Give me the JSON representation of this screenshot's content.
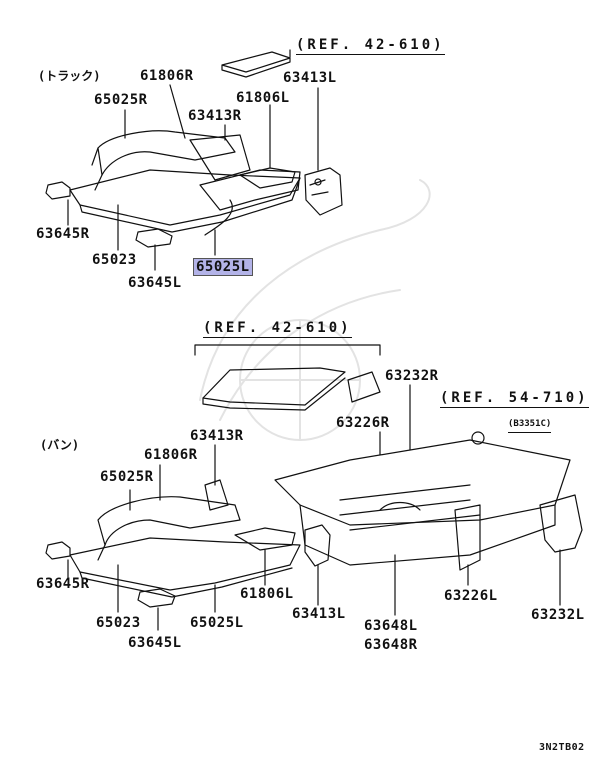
{
  "diagram": {
    "top": {
      "section_label": "(トラック)",
      "ref_label": "(REF. 42-610)",
      "parts": [
        "61806R",
        "63413L",
        "65025R",
        "61806L",
        "63413R",
        "63645R",
        "65023",
        "63645L"
      ],
      "highlighted_part": "65025L"
    },
    "bottom": {
      "section_label": "(バン)",
      "ref_label": "(REF. 42-610)",
      "ref2_label": "(REF. 54-710)",
      "ref2_sub": "(B3351C)",
      "parts": [
        "63232R",
        "63226R",
        "63413R",
        "61806R",
        "65025R",
        "63645R",
        "65023",
        "63645L",
        "65025L",
        "61806L",
        "63413L",
        "63648L",
        "63648R",
        "63226L",
        "63232L"
      ]
    },
    "figure_code": "3N2TB02"
  }
}
